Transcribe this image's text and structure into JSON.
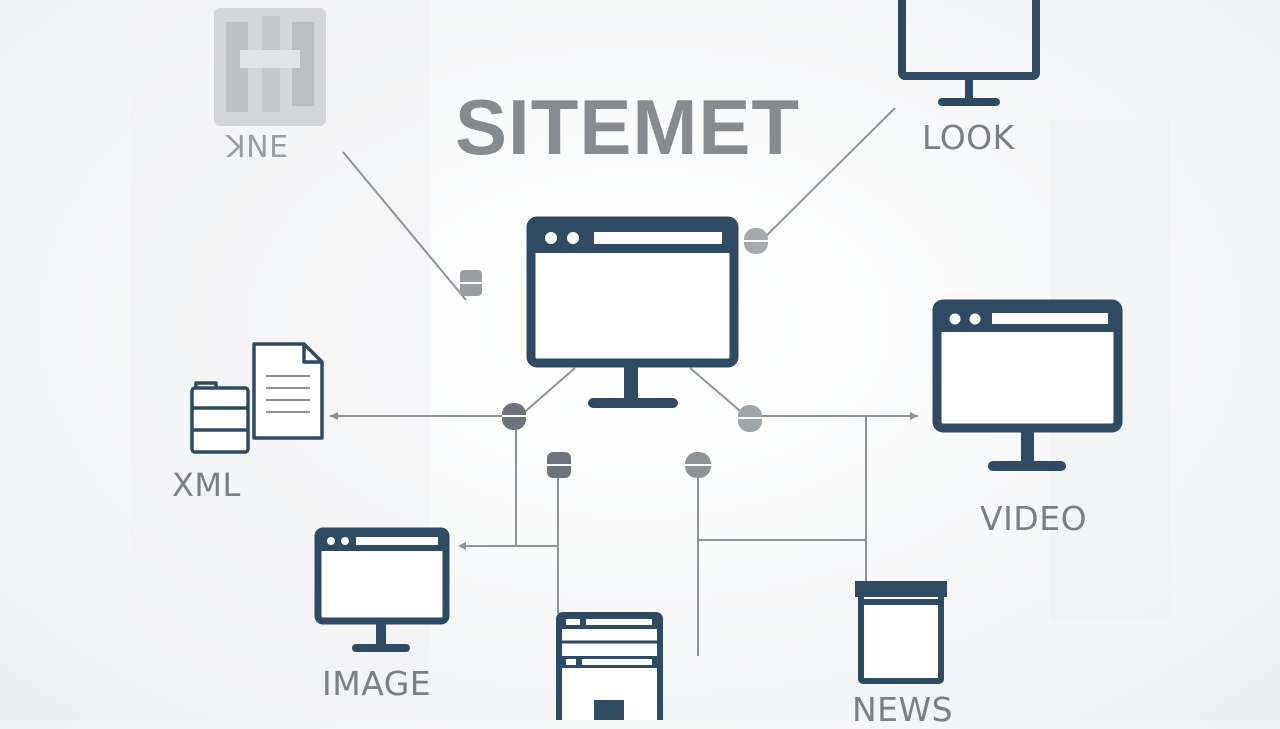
{
  "title": "SITEMET",
  "nodes": {
    "hne": {
      "label": "ꓘNE",
      "icon": "blurred-logo-icon"
    },
    "look": {
      "label": "LOOK",
      "icon": "monitor-icon"
    },
    "xml": {
      "label": "XML",
      "icon": "document-files-icon"
    },
    "video": {
      "label": "VIDEO",
      "icon": "browser-monitor-icon"
    },
    "image": {
      "label": "IMAGE",
      "icon": "browser-monitor-icon"
    },
    "news": {
      "label": "NEWS",
      "icon": "news-page-icon"
    },
    "center": {
      "icon": "browser-monitor-icon"
    },
    "sitemap_page": {
      "icon": "sitemap-page-icon"
    }
  },
  "colors": {
    "icon": "#2f4a63",
    "line": "#8e9398",
    "label": "#7a7f85",
    "title": "#878b90"
  }
}
